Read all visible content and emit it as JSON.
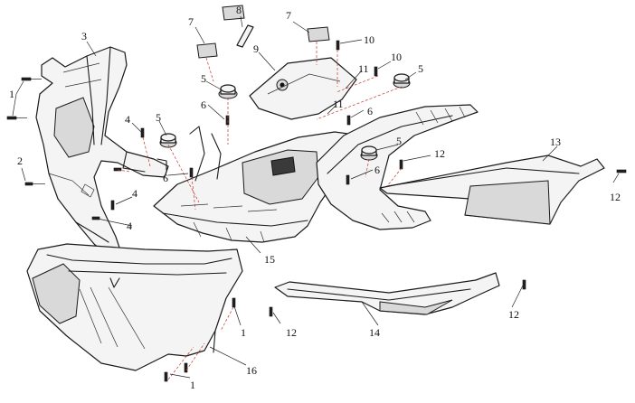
{
  "callouts": [
    {
      "id": "c1a",
      "label": "1"
    },
    {
      "id": "c1b",
      "label": "1"
    },
    {
      "id": "c1c",
      "label": "1"
    },
    {
      "id": "c2",
      "label": "2"
    },
    {
      "id": "c3",
      "label": "3"
    },
    {
      "id": "c4a",
      "label": "4"
    },
    {
      "id": "c4b",
      "label": "4"
    },
    {
      "id": "c4c",
      "label": "4"
    },
    {
      "id": "c5a",
      "label": "5"
    },
    {
      "id": "c5b",
      "label": "5"
    },
    {
      "id": "c5c",
      "label": "5"
    },
    {
      "id": "c5d",
      "label": "5"
    },
    {
      "id": "c6a",
      "label": "6"
    },
    {
      "id": "c6b",
      "label": "6"
    },
    {
      "id": "c6c",
      "label": "6"
    },
    {
      "id": "c6d",
      "label": "6"
    },
    {
      "id": "c7a",
      "label": "7"
    },
    {
      "id": "c7b",
      "label": "7"
    },
    {
      "id": "c8",
      "label": "8"
    },
    {
      "id": "c9",
      "label": "9"
    },
    {
      "id": "c10a",
      "label": "10"
    },
    {
      "id": "c10b",
      "label": "10"
    },
    {
      "id": "c11a",
      "label": "11"
    },
    {
      "id": "c11b",
      "label": "11"
    },
    {
      "id": "c12a",
      "label": "12"
    },
    {
      "id": "c12b",
      "label": "12"
    },
    {
      "id": "c12c",
      "label": "12"
    },
    {
      "id": "c12d",
      "label": "12"
    },
    {
      "id": "c13",
      "label": "13"
    },
    {
      "id": "c14",
      "label": "14"
    },
    {
      "id": "c15",
      "label": "15"
    },
    {
      "id": "c16",
      "label": "16"
    }
  ]
}
